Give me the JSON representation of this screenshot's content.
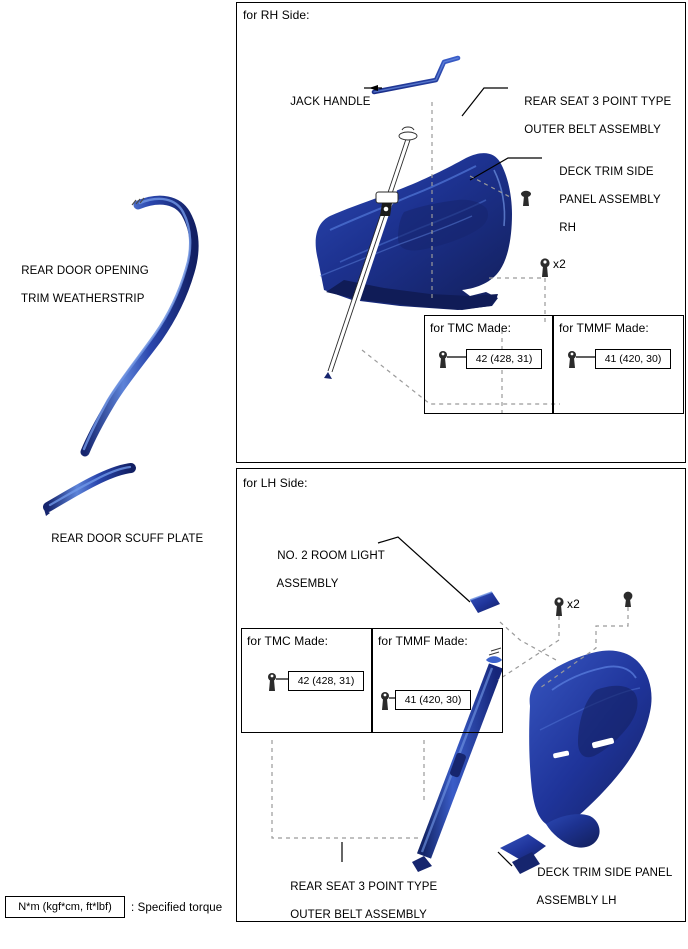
{
  "document": {
    "type": "service-manual-exploded-view",
    "legend": {
      "torque_units": "N*m (kgf*cm, ft*lbf)",
      "legend_text": ": Specified torque"
    }
  },
  "left_column": {
    "labels": [
      {
        "id": "weatherstrip",
        "line1": "REAR DOOR OPENING",
        "line2": "TRIM WEATHERSTRIP"
      },
      {
        "id": "scuff-plate",
        "line1": "REAR DOOR SCUFF PLATE",
        "line2": ""
      }
    ]
  },
  "rh_panel": {
    "title": "for RH Side:",
    "labels": [
      {
        "id": "jack-handle",
        "line1": "JACK HANDLE",
        "line2": "",
        "line3": ""
      },
      {
        "id": "rear-seat-belt",
        "line1": "REAR SEAT 3 POINT TYPE",
        "line2": "OUTER BELT ASSEMBLY",
        "line3": ""
      },
      {
        "id": "deck-trim-rh",
        "line1": "DECK TRIM SIDE",
        "line2": "PANEL ASSEMBLY",
        "line3": "RH"
      }
    ],
    "quantity_markers": [
      {
        "id": "clip-x2",
        "text": "x2"
      }
    ],
    "torque_groups": [
      {
        "id": "tmc",
        "title": "for TMC Made:",
        "value": "42 (428, 31)"
      },
      {
        "id": "tmmf",
        "title": "for TMMF Made:",
        "value": "41 (420, 30)"
      }
    ]
  },
  "lh_panel": {
    "title": "for LH Side:",
    "labels": [
      {
        "id": "room-light",
        "line1": "NO. 2 ROOM LIGHT",
        "line2": "ASSEMBLY"
      },
      {
        "id": "rear-seat-belt-lh",
        "line1": "REAR SEAT 3 POINT TYPE",
        "line2": "OUTER BELT ASSEMBLY"
      },
      {
        "id": "deck-trim-lh",
        "line1": "DECK TRIM SIDE PANEL",
        "line2": "ASSEMBLY LH"
      }
    ],
    "quantity_markers": [
      {
        "id": "clip-x2",
        "text": "x2"
      }
    ],
    "torque_groups": [
      {
        "id": "tmc",
        "title": "for TMC Made:",
        "value": "42 (428, 31)"
      },
      {
        "id": "tmmf",
        "title": "for TMMF Made:",
        "value": "41 (420, 30)"
      }
    ]
  },
  "colors": {
    "part_blue_dark": "#1b2f8a",
    "part_blue_mid": "#2540a8",
    "part_blue_light": "#4a6fd0",
    "outline": "#000000",
    "dashed_guide": "#8c8c8c"
  }
}
